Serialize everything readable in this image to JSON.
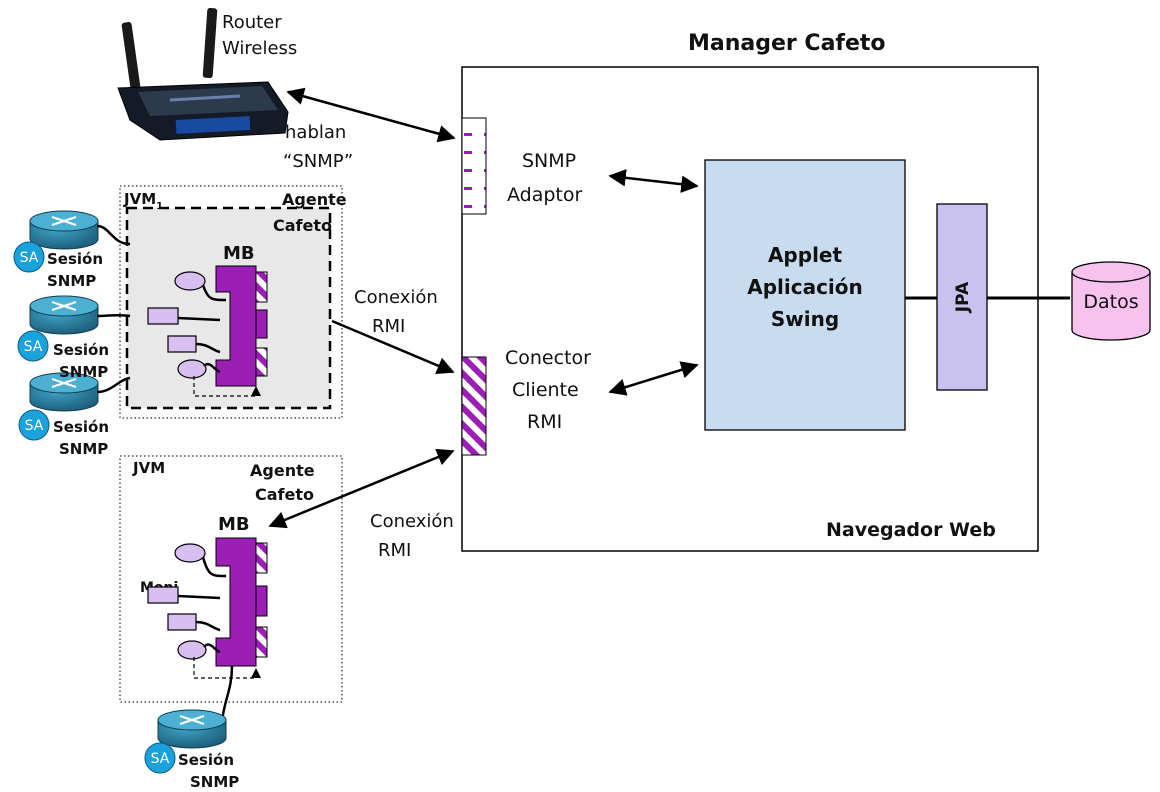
{
  "manager": {
    "title": "Manager Cafeto",
    "browser_label": "Navegador Web"
  },
  "router": {
    "label_line1": "Router",
    "label_line2": "Wireless",
    "speak_line1": "hablan",
    "speak_line2": "“SNMP”"
  },
  "snmp_adaptor": {
    "line1": "SNMP",
    "line2": "Adaptor"
  },
  "rmi_connector": {
    "line1": "Conector",
    "line2": "Cliente",
    "line3": "RMI"
  },
  "applet": {
    "line1": "Applet",
    "line2": "Aplicación",
    "line3": "Swing"
  },
  "jpa": {
    "label": "JPA"
  },
  "datos": {
    "label": "Datos"
  },
  "agent1": {
    "jvm": "JVM",
    "jvm_sub": "1",
    "agent_line1": "Agente",
    "agent_line2": "Cafeto",
    "mb": "MB",
    "sessions": [
      {
        "badge": "SA",
        "line1": "Sesión",
        "line2": "SNMP"
      },
      {
        "badge": "SA",
        "line1": "Sesión",
        "line2": "SNMP"
      },
      {
        "badge": "SA",
        "line1": "Sesión",
        "line2": "SNMP"
      }
    ]
  },
  "agent2": {
    "jvm": "JVM",
    "agent_line1": "Agente",
    "agent_line2": "Cafeto",
    "mb": "MB",
    "overlap_text": "Moni",
    "session": {
      "badge": "SA",
      "line1": "Sesión",
      "line2": "SNMP"
    }
  },
  "connections": {
    "rmi1_line1": "Conexión",
    "rmi1_line2": "RMI",
    "rmi2_line1": "Conexión",
    "rmi2_line2": "RMI"
  },
  "colors": {
    "purple": "#9b1fb5",
    "light_purple": "#d9bff0",
    "applet_blue": "#c7dcf0",
    "jpa_lavender": "#c9c2ef",
    "datos_pink": "#f7c2ee",
    "router_teal": "#2a7f9f",
    "badge_blue": "#19a2dc",
    "agent_gray": "#e8e8e8"
  }
}
